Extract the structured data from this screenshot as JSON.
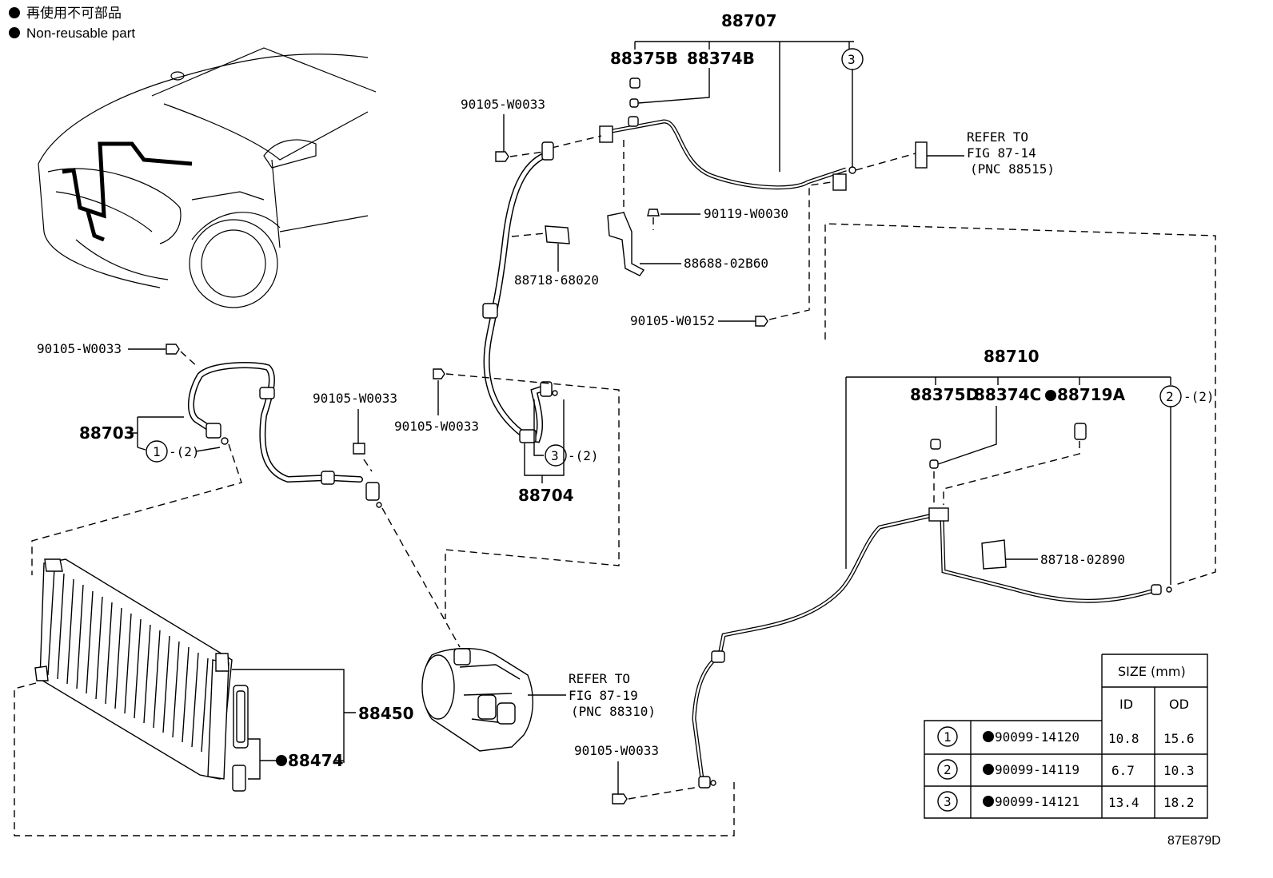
{
  "legend": {
    "jp": "再使用不可部品",
    "en": "Non-reusable part"
  },
  "labels": {
    "p88707": "88707",
    "p88375B": "88375B",
    "p88374B": "88374B",
    "c3_top": "3",
    "bolt_90105_top": "90105-W0033",
    "refer1_line1": "REFER TO",
    "refer1_line2": "FIG 87-14",
    "refer1_line3": "(PNC 88515)",
    "p90119": "90119-W0030",
    "p88688": "88688-02B60",
    "p88718_68020": "88718-68020",
    "p90105_W0152": "90105-W0152",
    "bolt_left": "90105-W0033",
    "p88703": "88703",
    "c1": "1",
    "c1_qty": "-(2)",
    "bolt_mid": "90105-W0033",
    "bolt_mid2": "90105-W0033",
    "c3_mid": "3",
    "c3_qty": "-(2)",
    "p88704": "88704",
    "p88710": "88710",
    "p88375D": "88375D",
    "p88374C": "88374C",
    "p88719A": "88719A",
    "c2": "2",
    "c2_qty": "-(2)",
    "p88718_02890": "88718-02890",
    "p88450": "88450",
    "p88474": "88474",
    "refer2_line1": "REFER TO",
    "refer2_line2": "FIG 87-19",
    "refer2_line3": "(PNC 88310)",
    "bolt_bottom": "90105-W0033",
    "figure_id": "87E879D"
  },
  "size_table": {
    "header": "SIZE (mm)",
    "col_id": "ID",
    "col_od": "OD",
    "rows": [
      {
        "mark": "1",
        "part": "90099-14120",
        "id": "10.8",
        "od": "15.6"
      },
      {
        "mark": "2",
        "part": "90099-14119",
        "id": "6.7",
        "od": "10.3"
      },
      {
        "mark": "3",
        "part": "90099-14121",
        "id": "13.4",
        "od": "18.2"
      }
    ]
  }
}
